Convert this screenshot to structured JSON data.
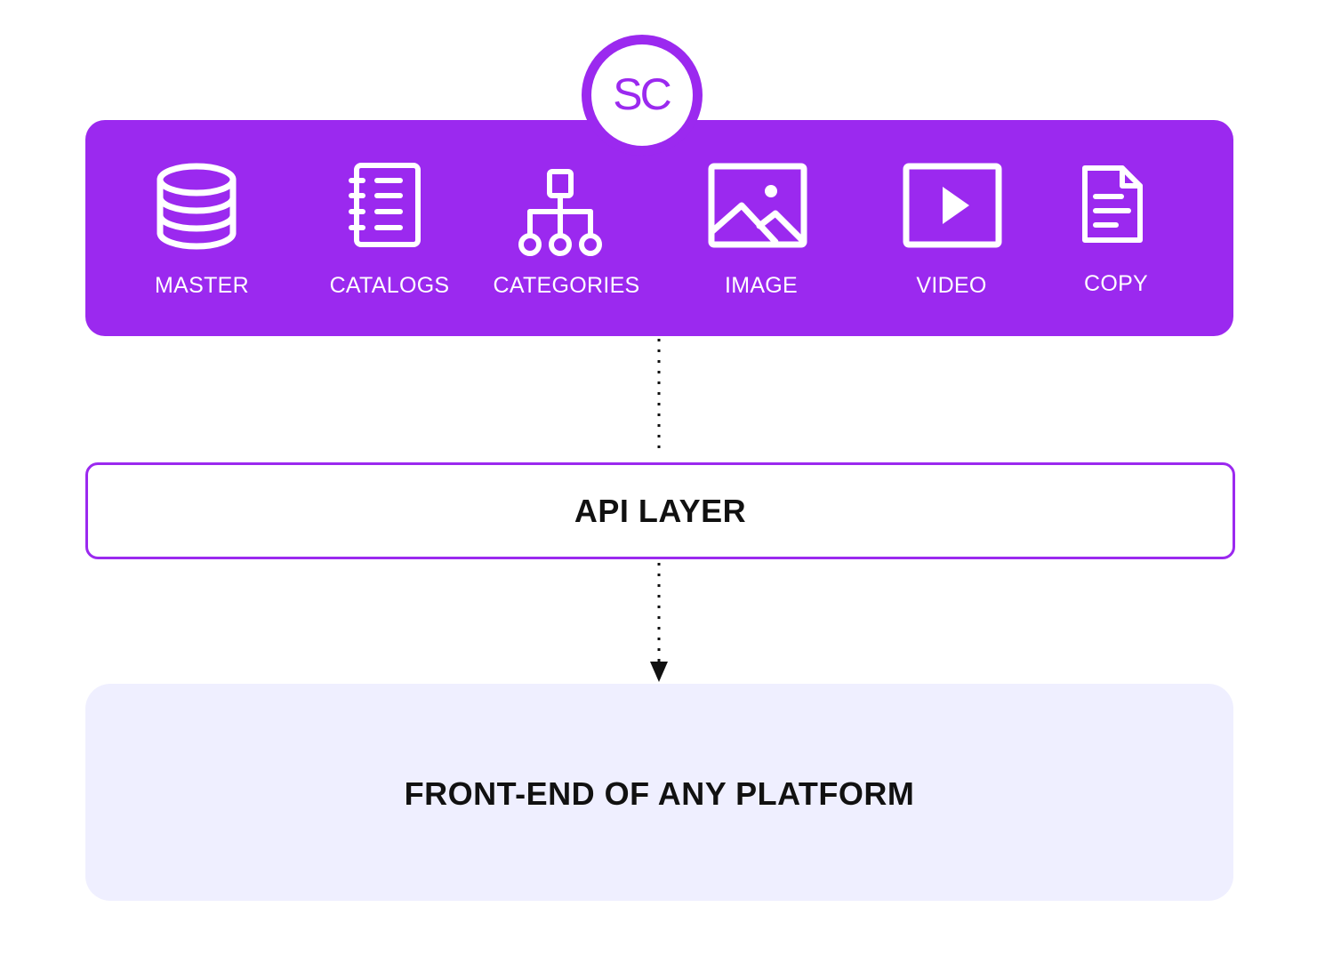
{
  "logo": {
    "text": "SC"
  },
  "sources": [
    {
      "label": "MASTER",
      "icon": "database-icon"
    },
    {
      "label": "CATALOGS",
      "icon": "notebook-icon"
    },
    {
      "label": "CATEGORIES",
      "icon": "hierarchy-icon"
    },
    {
      "label": "IMAGE",
      "icon": "image-icon"
    },
    {
      "label": "VIDEO",
      "icon": "play-icon"
    },
    {
      "label": "COPY",
      "icon": "document-icon"
    }
  ],
  "api_layer": {
    "label": "API LAYER"
  },
  "front_end": {
    "label": "FRONT-END OF ANY PLATFORM"
  },
  "colors": {
    "brand_purple": "#9b29ef",
    "front_end_background": "#efefff",
    "text_dark": "#111111"
  }
}
